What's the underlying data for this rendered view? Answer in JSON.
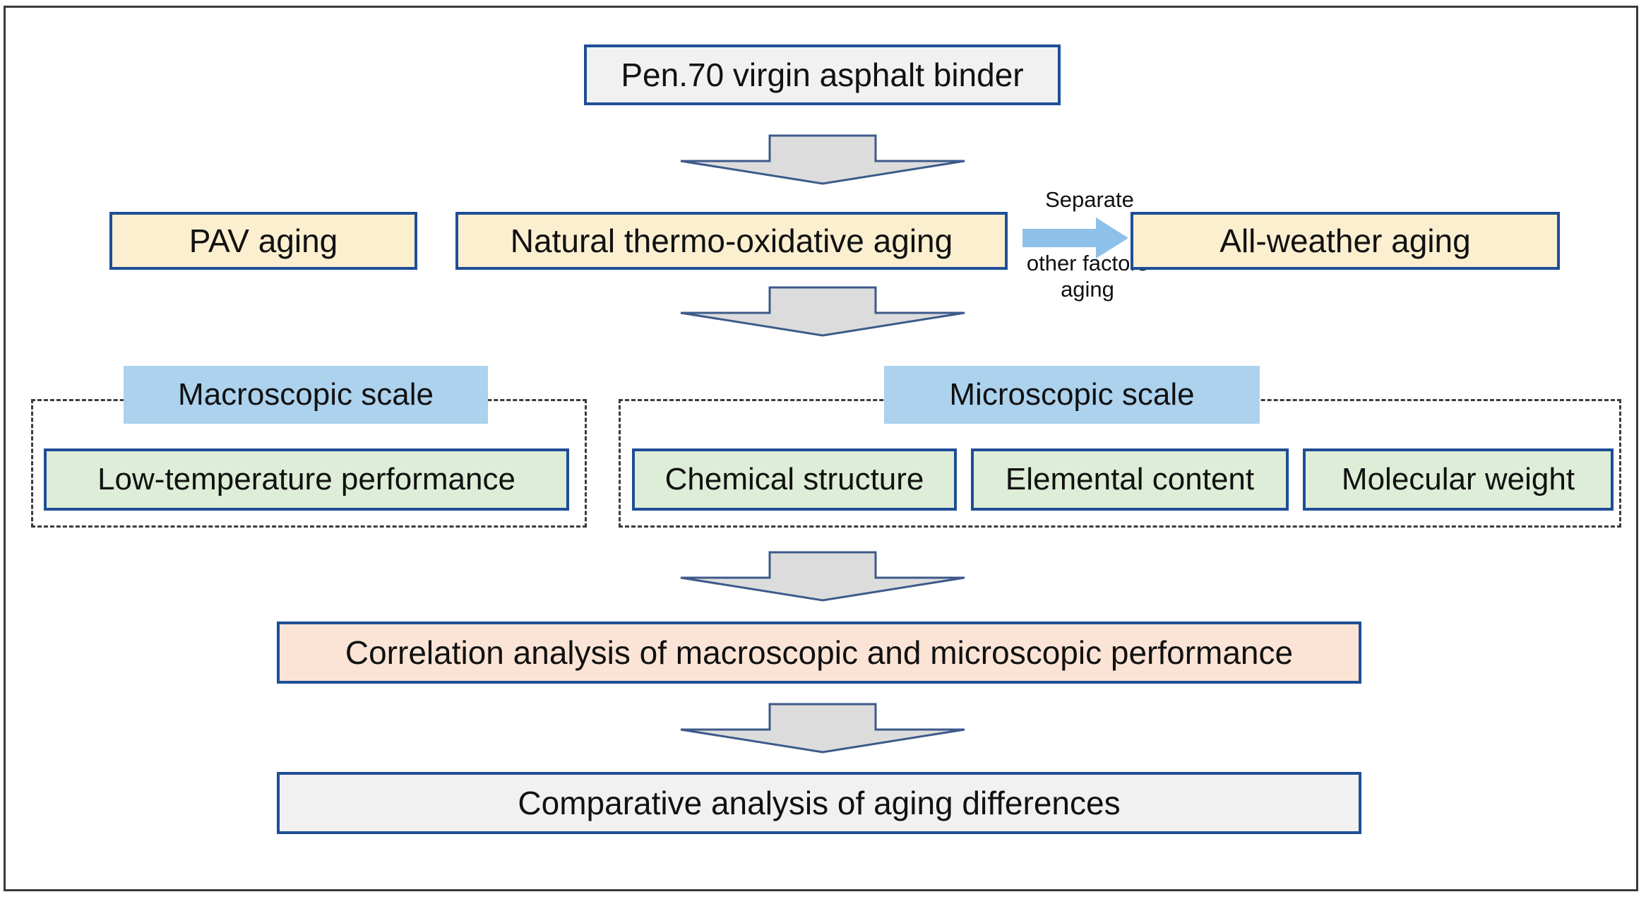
{
  "diagram": {
    "title_box": {
      "label": "Pen.70 virgin asphalt binder",
      "fill": "#F1F1F1",
      "border": "#1F4E96"
    },
    "aging_row": {
      "pav": {
        "label": "PAV aging",
        "fill": "#FBEFCF"
      },
      "natural": {
        "label": "Natural thermo-oxidative aging",
        "fill": "#FBEFCF"
      },
      "all_weather": {
        "label": "All-weather aging",
        "fill": "#FBEFCF"
      },
      "separator": {
        "label_above": "Separate",
        "label_below_line1": "other factors",
        "label_below_line2": "aging",
        "arrow_color": "#8EC1E9",
        "arrow_icon": "right-arrow-icon"
      }
    },
    "scales": [
      {
        "header": "Macroscopic scale",
        "header_fill": "#ACD2EE",
        "items": [
          {
            "label": "Low-temperature performance",
            "fill": "#DEEDD7"
          }
        ]
      },
      {
        "header": "Microscopic scale",
        "header_fill": "#ACD2EE",
        "items": [
          {
            "label": "Chemical structure",
            "fill": "#DEEDD7"
          },
          {
            "label": "Elemental content",
            "fill": "#DEEDD7"
          },
          {
            "label": "Molecular weight",
            "fill": "#DEEDD7"
          }
        ]
      }
    ],
    "correlation_box": {
      "label": "Correlation analysis of macroscopic and microscopic performance",
      "fill": "#FBE4D5",
      "border": "#1F4E96"
    },
    "conclusion_box": {
      "label": "Comparative analysis of aging differences",
      "fill": "#F1F1F1",
      "border": "#1F4E96"
    },
    "flow_arrows": {
      "icon": "down-arrow-icon",
      "fill": "#DCDCDC",
      "stroke": "#3C5A8A",
      "count": 4
    }
  }
}
